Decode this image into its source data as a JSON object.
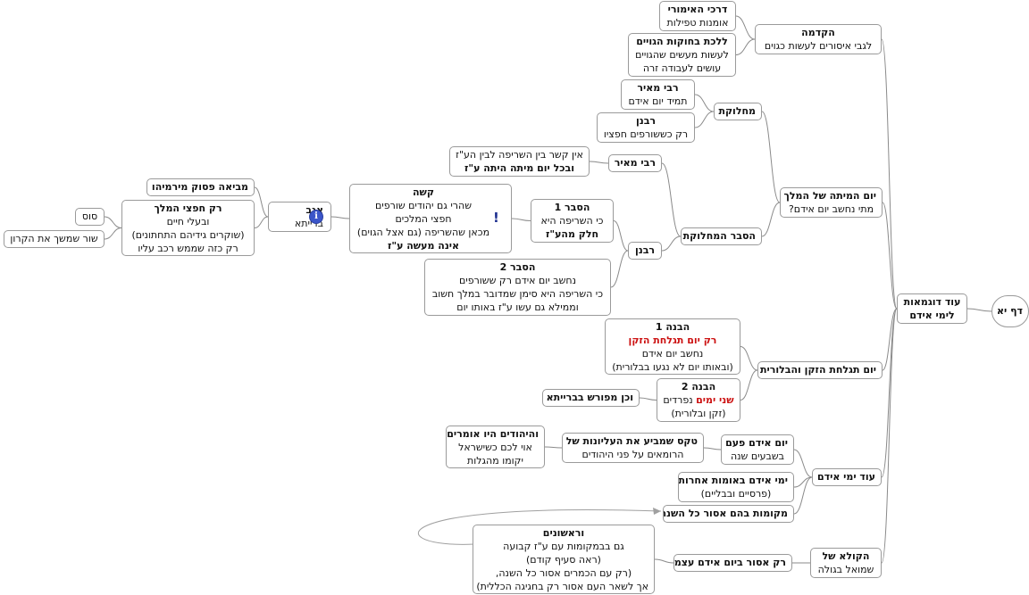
{
  "nodes": {
    "root": {
      "lines": [
        "דף יא"
      ]
    },
    "examples": {
      "lines": [
        "עוד דוגמאות",
        "לימי אידם"
      ]
    },
    "intro": {
      "lines": [
        "הקדמה",
        "לגבי איסורים  לעשות כגוים"
      ]
    },
    "intro_a": {
      "lines": [
        "דרכי האימורי",
        "אומנות טפילות"
      ]
    },
    "intro_b": {
      "lines": [
        "ללכת בחוקות הגויים",
        "לעשות מעשים שהגויים",
        "עושים לעבודה זרה"
      ]
    },
    "king_death": {
      "lines": [
        "יום המיתה של המלך",
        "מתי נחשב יום אידם?"
      ]
    },
    "dispute": {
      "lines": [
        "מחלוקת"
      ]
    },
    "rm_a": {
      "lines": [
        "רבי מאיר",
        "תמיד יום אידם"
      ]
    },
    "rabanan_a": {
      "lines": [
        "רבנן",
        "רק כששורפים חפציו"
      ]
    },
    "explain_dispute": {
      "lines": [
        "הסבר המחלוקת"
      ]
    },
    "rm_b": {
      "lines": [
        "רבי מאיר"
      ]
    },
    "rm_b_text": {
      "lines": [
        "אין קשר בין השריפה לבין הע\"ז",
        "ובכל יום מיתה היתה ע\"ז"
      ]
    },
    "rabanan_b": {
      "lines": [
        "רבנן"
      ]
    },
    "expl1": {
      "lines": [
        "הסבר 1",
        "כי השריפה היא",
        "חלק מהע\"ז"
      ]
    },
    "expl2": {
      "lines": [
        "הסבר 2",
        "נחשב יום אידם רק ששורפים",
        "כי השריפה היא סימן שמדובר במלך חשוב",
        "וממילא גם עשו ע\"ז  באותו יום"
      ]
    },
    "question": {
      "lines": [
        "קשה",
        "שהרי גם יהודים שורפים",
        "חפצי המלכים",
        "מכאן שהשריפה (גם אצל הגוים)",
        "אינה מעשה ע\"ז"
      ]
    },
    "agav": {
      "lines": [
        "אגב",
        "ברייתא"
      ]
    },
    "verse": {
      "lines": [
        "מביאה פסוק מירמיהו"
      ]
    },
    "only_items": {
      "lines": [
        "רק חפצי המלך",
        "ובעלי חיים",
        "(שוקרים גידיהם התחתונים)",
        "רק כזה שממש רכב עליו"
      ]
    },
    "horse": {
      "lines": [
        "סוס"
      ]
    },
    "ox": {
      "lines": [
        "שור שמשך את הקרון"
      ]
    },
    "shave": {
      "lines": [
        "יום תגלחת הזקן והבלורית"
      ]
    },
    "insight1": {
      "lines": [
        "הבנה 1",
        "רק יום תגלחת הזקן",
        "נחשב יום אידם",
        "(ובאותו יום לא נגעו בבלורית)"
      ]
    },
    "insight2": {
      "lines": [
        "הבנה 2",
        "שני ימים נפרדים",
        "(זקן ובלורית)"
      ]
    },
    "explicit": {
      "lines": [
        "וכן מפורש בברייתא"
      ]
    },
    "more_days": {
      "lines": [
        "עוד ימי אידם"
      ]
    },
    "once": {
      "lines": [
        "יום אידם פעם",
        "בשבעים שנה"
      ]
    },
    "ceremony": {
      "lines": [
        "טקס שמביע את העליונות של",
        "הרומאים על פני היהודים"
      ]
    },
    "jews_say": {
      "lines": [
        "והיהודים היו אומרים",
        "אוי לכם כשישראל",
        "יקומו מהגלות"
      ]
    },
    "other_nations": {
      "lines": [
        "ימי אידם באומות אחרות",
        "(פרסיים ובבליים)"
      ]
    },
    "all_year": {
      "lines": [
        "מקומות בהם אסור כל השנה"
      ]
    },
    "shmuel": {
      "lines": [
        "הקולא של",
        "שמואל בגולה"
      ]
    },
    "only_day": {
      "lines": [
        "רק אסור ביום אידם עצמו"
      ]
    },
    "first": {
      "lines": [
        "וראשונים",
        "גם בבמקומות עם ע\"ז קבועה",
        "(ראה סעיף קודם)",
        "(רק עם הכמרים אסור כל השנה,",
        "אך לשאר העם אסור רק בחגיגה הכללית)"
      ]
    }
  },
  "colors": {
    "edge": "#8a8a8a",
    "border": "#9a9a9a",
    "highlight": "#cc1111",
    "info": "#3b55c9"
  },
  "icons": {
    "info": "i",
    "exclamation": "!"
  }
}
